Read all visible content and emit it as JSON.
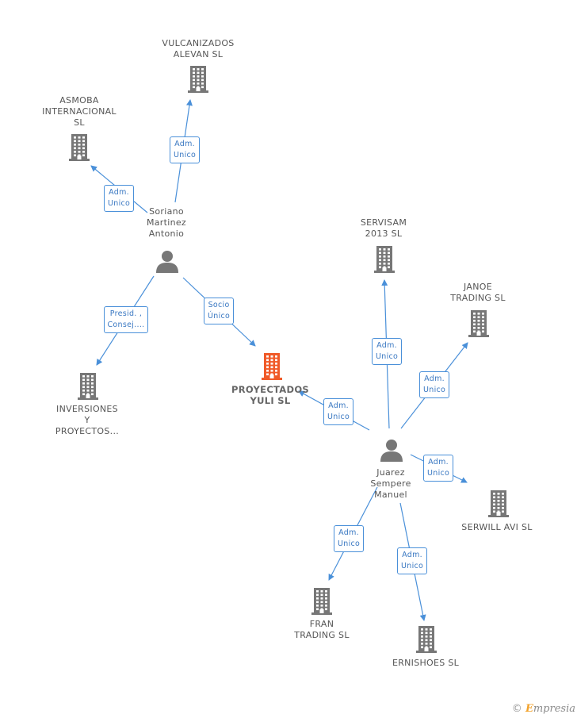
{
  "colors": {
    "node": "#777777",
    "main": "#f05a28",
    "edge": "#4a90d9",
    "badge_text": "#3a78c2"
  },
  "nodes": [
    {
      "id": "vulcanizados",
      "label": "VULCANIZADOS\nALEVAN SL",
      "type": "company",
      "icon": "building-icon"
    },
    {
      "id": "asmoba",
      "label": "ASMOBA\nINTERNACIONAL\nSL",
      "type": "company",
      "icon": "building-icon"
    },
    {
      "id": "soriano",
      "label": "Soriano\nMartinez\nAntonio",
      "type": "person",
      "icon": "person-icon"
    },
    {
      "id": "inversiones",
      "label": "INVERSIONES\nY\nPROYECTOS...",
      "type": "company",
      "icon": "building-icon"
    },
    {
      "id": "proyectados",
      "label": "PROYECTADOS\nYULI SL",
      "type": "main",
      "icon": "building-icon"
    },
    {
      "id": "servisam",
      "label": "SERVISAM\n2013  SL",
      "type": "company",
      "icon": "building-icon"
    },
    {
      "id": "janoe",
      "label": "JANOE\nTRADING SL",
      "type": "company",
      "icon": "building-icon"
    },
    {
      "id": "juarez",
      "label": "Juarez\nSempere\nManuel",
      "type": "person",
      "icon": "person-icon"
    },
    {
      "id": "serwill",
      "label": "SERWILL AVI SL",
      "type": "company",
      "icon": "building-icon"
    },
    {
      "id": "fran",
      "label": "FRAN\nTRADING  SL",
      "type": "company",
      "icon": "building-icon"
    },
    {
      "id": "ernishoes",
      "label": "ERNISHOES  SL",
      "type": "company",
      "icon": "building-icon"
    }
  ],
  "edges": [
    {
      "from": "soriano",
      "to": "vulcanizados",
      "label": "Adm.\nUnico"
    },
    {
      "from": "soriano",
      "to": "asmoba",
      "label": "Adm.\nUnico"
    },
    {
      "from": "soriano",
      "to": "inversiones",
      "label": "Presid. ,\nConsej...."
    },
    {
      "from": "soriano",
      "to": "proyectados",
      "label": "Socio\nÚnico"
    },
    {
      "from": "juarez",
      "to": "proyectados",
      "label": "Adm.\nUnico"
    },
    {
      "from": "juarez",
      "to": "servisam",
      "label": "Adm.\nUnico"
    },
    {
      "from": "juarez",
      "to": "janoe",
      "label": "Adm.\nUnico"
    },
    {
      "from": "juarez",
      "to": "serwill",
      "label": "Adm.\nUnico"
    },
    {
      "from": "juarez",
      "to": "fran",
      "label": "Adm.\nUnico"
    },
    {
      "from": "juarez",
      "to": "ernishoes",
      "label": "Adm.\nUnico"
    }
  ],
  "brand": {
    "symbol": "©",
    "initial": "E",
    "rest": "mpresia"
  }
}
